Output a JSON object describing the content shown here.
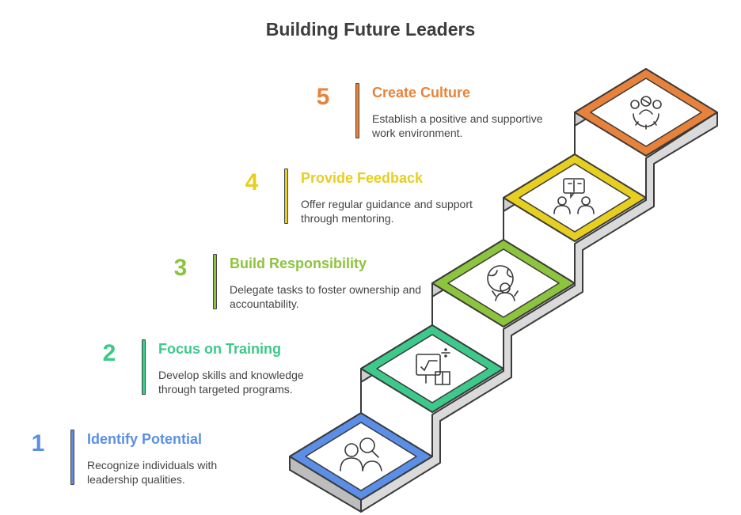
{
  "title": "Building Future Leaders",
  "steps": [
    {
      "number": "1",
      "title": "Identify Potential",
      "description": "Recognize individuals with leadership qualities.",
      "color": "#5b8ee6",
      "icon": "people-search-icon"
    },
    {
      "number": "2",
      "title": "Focus on Training",
      "description": "Develop skills and knowledge through targeted programs.",
      "color": "#3cc98a",
      "icon": "training-board-icon"
    },
    {
      "number": "3",
      "title": "Build Responsibility",
      "description": "Delegate tasks to foster ownership and accountability.",
      "color": "#8dc43d",
      "icon": "globe-person-icon"
    },
    {
      "number": "4",
      "title": "Provide Feedback",
      "description": "Offer regular guidance and support through mentoring.",
      "color": "#e6cf1f",
      "icon": "mentoring-icon"
    },
    {
      "number": "5",
      "title": "Create Culture",
      "description": "Establish a positive and supportive work environment.",
      "color": "#e8823a",
      "icon": "team-gear-icon"
    }
  ]
}
